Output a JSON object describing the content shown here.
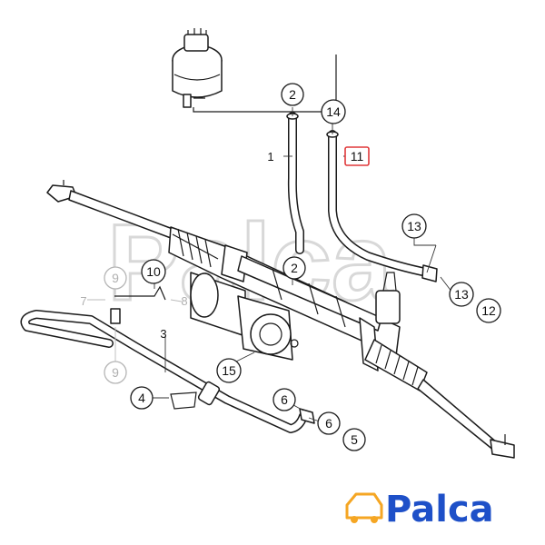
{
  "callouts": [
    {
      "id": "c1",
      "label": "1",
      "style": "plain"
    },
    {
      "id": "c2a",
      "label": "2",
      "style": "circle"
    },
    {
      "id": "c2b",
      "label": "2",
      "style": "circle"
    },
    {
      "id": "c3",
      "label": "3",
      "style": "plain"
    },
    {
      "id": "c4",
      "label": "4",
      "style": "circle"
    },
    {
      "id": "c5",
      "label": "5",
      "style": "circle"
    },
    {
      "id": "c6a",
      "label": "6",
      "style": "circle"
    },
    {
      "id": "c6b",
      "label": "6",
      "style": "circle"
    },
    {
      "id": "c7",
      "label": "7",
      "style": "faint-plain"
    },
    {
      "id": "c8",
      "label": "8",
      "style": "faint-plain"
    },
    {
      "id": "c9a",
      "label": "9",
      "style": "faint-circle"
    },
    {
      "id": "c9b",
      "label": "9",
      "style": "faint-circle"
    },
    {
      "id": "c10",
      "label": "10",
      "style": "circle"
    },
    {
      "id": "c11",
      "label": "11",
      "style": "highlight-box"
    },
    {
      "id": "c12",
      "label": "12",
      "style": "circle"
    },
    {
      "id": "c13a",
      "label": "13",
      "style": "circle"
    },
    {
      "id": "c13b",
      "label": "13",
      "style": "circle"
    },
    {
      "id": "c14",
      "label": "14",
      "style": "circle"
    },
    {
      "id": "c15",
      "label": "15",
      "style": "circle"
    }
  ],
  "watermark": "Palca",
  "logo": {
    "text": "Palca",
    "icon": "car-icon",
    "color": "#1e50c8",
    "accent": "#f5a623"
  },
  "highlight_color": "#e0383a"
}
